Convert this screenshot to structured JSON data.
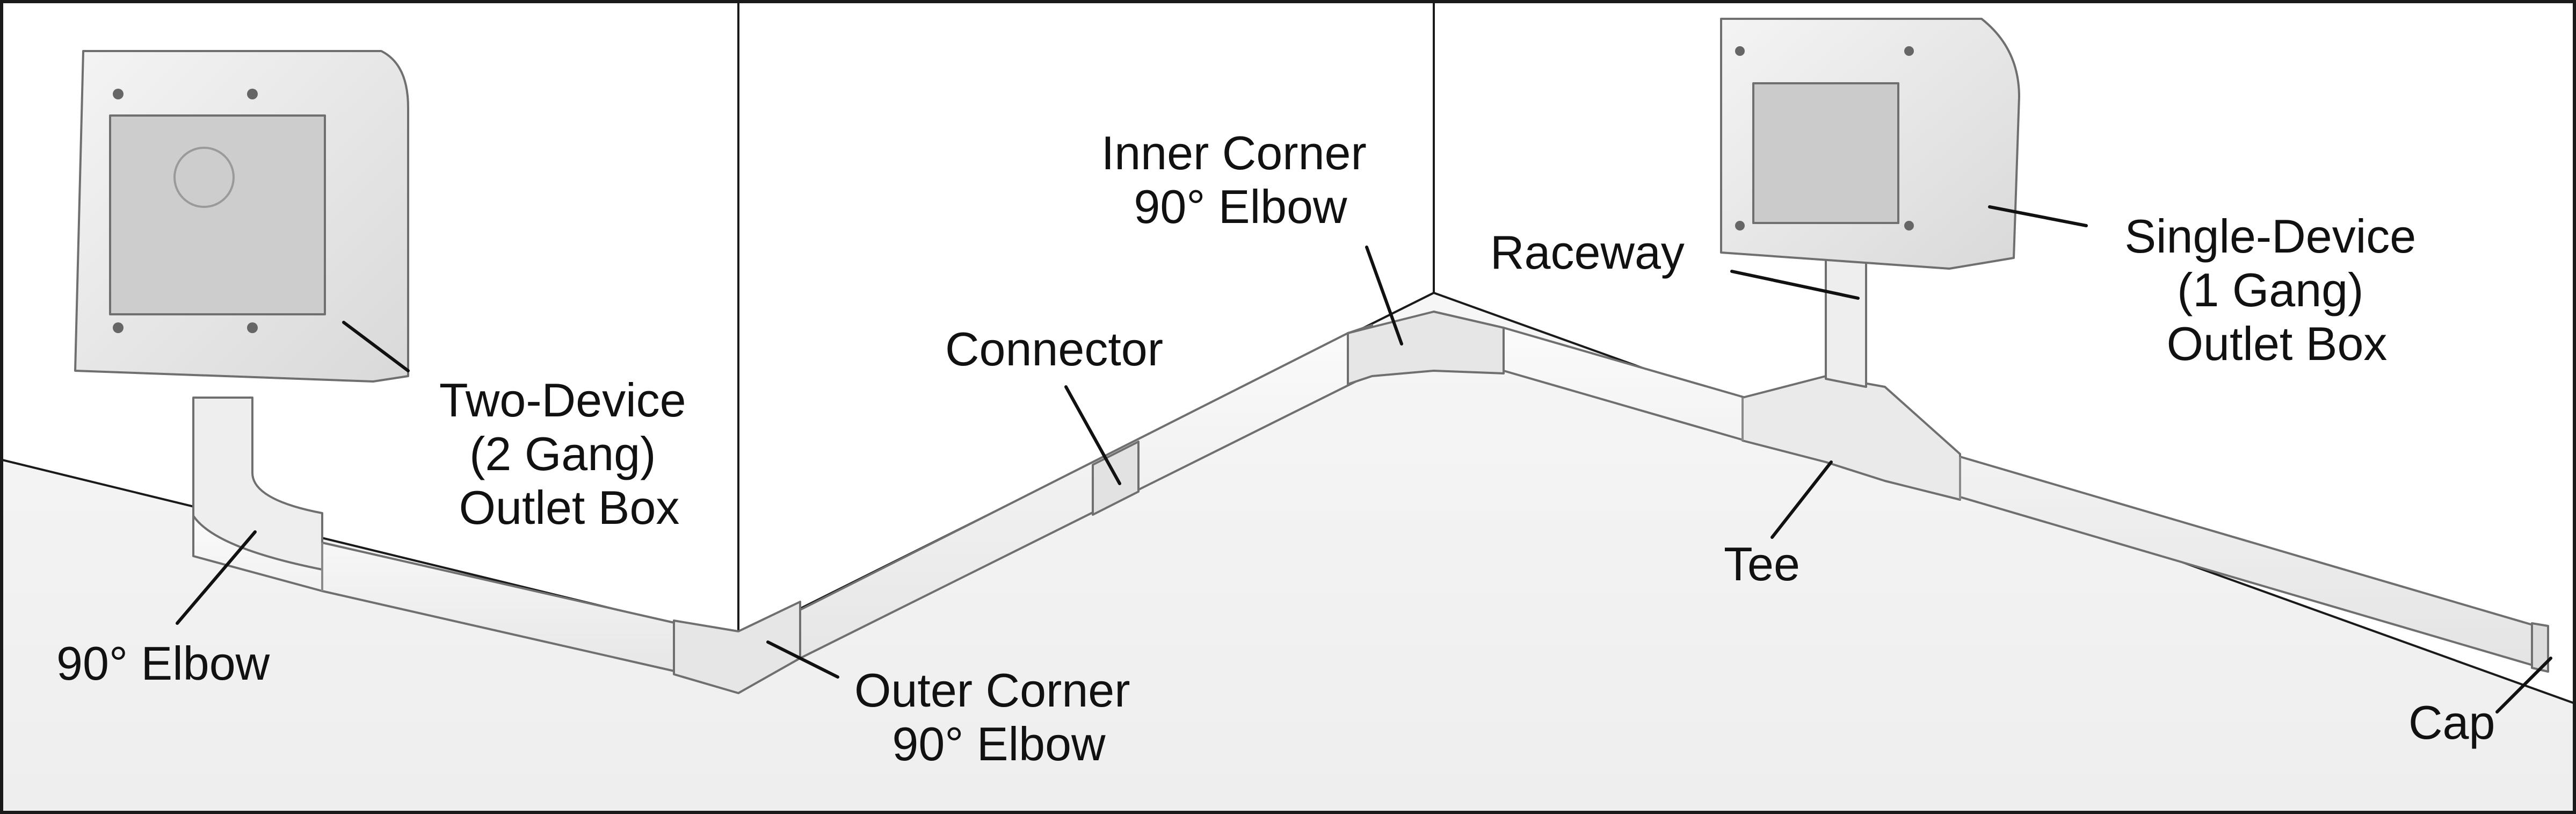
{
  "labels": {
    "two_device_box": [
      "Two-Device",
      "(2 Gang)",
      "Outlet Box"
    ],
    "elbow_90": "90° Elbow",
    "outer_corner": [
      "Outer Corner",
      "90° Elbow"
    ],
    "connector": "Connector",
    "inner_corner": [
      "Inner Corner",
      "90° Elbow"
    ],
    "raceway": "Raceway",
    "single_device_box": [
      "Single-Device",
      "(1 Gang)",
      "Outlet Box"
    ],
    "tee": "Tee",
    "cap": "Cap"
  },
  "colors": {
    "wall": "#ffffff",
    "floor": "#f3f3f3",
    "raceway_fill": "#f0f0f0",
    "raceway_shade": "#d6d6d6",
    "box_face": "#ececec",
    "box_interior": "#c9c9c9",
    "outline": "#1a1a1a"
  }
}
